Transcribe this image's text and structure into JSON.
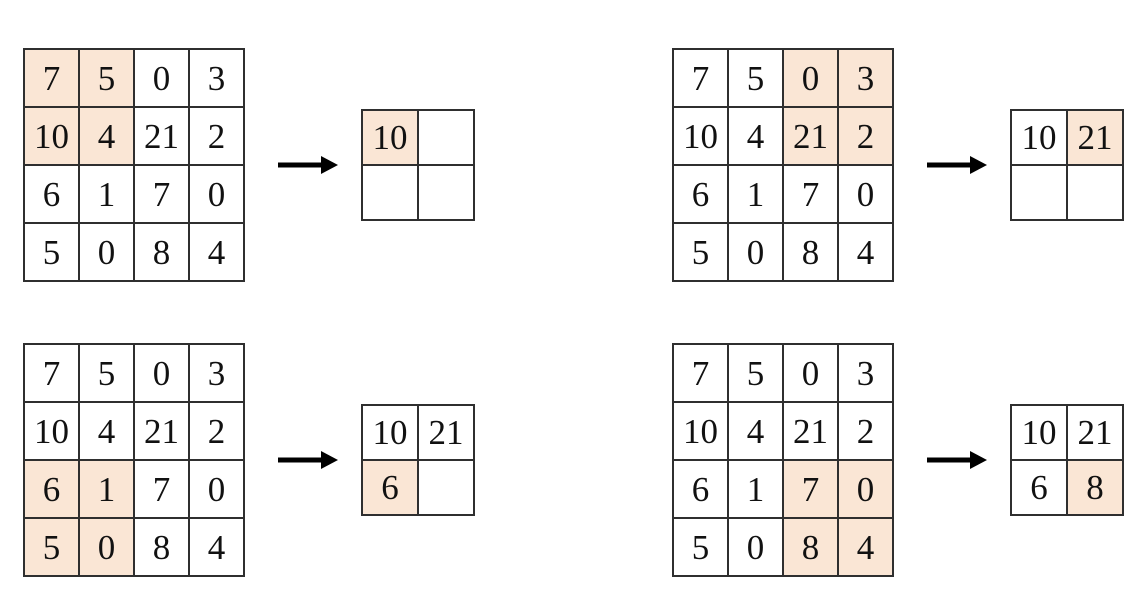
{
  "diagram": {
    "kind": "max-pooling-2x2-steps",
    "colors": {
      "highlight": "#FAE6D5",
      "grid_border": "#2f2f2f",
      "text": "#111111",
      "arrow": "#000000",
      "background": "#ffffff"
    },
    "input_matrix": [
      [
        "7",
        "5",
        "0",
        "3"
      ],
      [
        "10",
        "4",
        "21",
        "2"
      ],
      [
        "6",
        "1",
        "7",
        "0"
      ],
      [
        "5",
        "0",
        "8",
        "4"
      ]
    ],
    "panels": [
      {
        "step": 1,
        "input_highlight": [
          [
            0,
            0
          ],
          [
            0,
            1
          ],
          [
            1,
            0
          ],
          [
            1,
            1
          ]
        ],
        "output": [
          [
            "10",
            ""
          ],
          [
            "",
            ""
          ]
        ],
        "output_highlight": [
          [
            0,
            0
          ]
        ]
      },
      {
        "step": 2,
        "input_highlight": [
          [
            0,
            2
          ],
          [
            0,
            3
          ],
          [
            1,
            2
          ],
          [
            1,
            3
          ]
        ],
        "output": [
          [
            "10",
            "21"
          ],
          [
            "",
            ""
          ]
        ],
        "output_highlight": [
          [
            0,
            1
          ]
        ]
      },
      {
        "step": 3,
        "input_highlight": [
          [
            2,
            0
          ],
          [
            2,
            1
          ],
          [
            3,
            0
          ],
          [
            3,
            1
          ]
        ],
        "output": [
          [
            "10",
            "21"
          ],
          [
            "6",
            ""
          ]
        ],
        "output_highlight": [
          [
            1,
            0
          ]
        ]
      },
      {
        "step": 4,
        "input_highlight": [
          [
            2,
            2
          ],
          [
            2,
            3
          ],
          [
            3,
            2
          ],
          [
            3,
            3
          ]
        ],
        "output": [
          [
            "10",
            "21"
          ],
          [
            "6",
            "8"
          ]
        ],
        "output_highlight": [
          [
            1,
            1
          ]
        ]
      }
    ]
  }
}
